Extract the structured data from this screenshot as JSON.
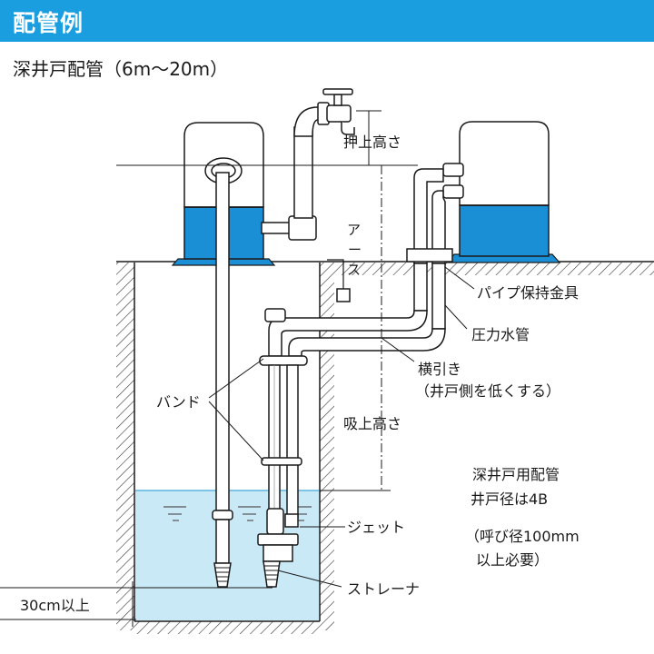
{
  "header": {
    "title": "配管例"
  },
  "subtitle": "深井戸配管（6m〜20m）",
  "labels": {
    "push_head": "押上高さ",
    "earth_1": "ア",
    "earth_2": "ー",
    "earth_3": "ス",
    "pipe_bracket": "パイプ保持金具",
    "pressure_pipe": "圧力水管",
    "horizontal_1": "横引き",
    "horizontal_2": "（井戸側を低くする）",
    "band": "バンド",
    "suction_head": "吸上高さ",
    "note_1": "深井戸用配管",
    "note_2": "井戸径は4B",
    "note_3": "（呼び径100mm",
    "note_4": "以上必要）",
    "jet": "ジェット",
    "strainer": "ストレーナ",
    "depth_30cm": "30cm以上"
  },
  "colors": {
    "header_bg": "#1a9ee0",
    "pump_blue": "#1a8fd6",
    "water": "#c9e9f6",
    "water_line": "#5ab4de",
    "line": "#1a1a1a"
  }
}
